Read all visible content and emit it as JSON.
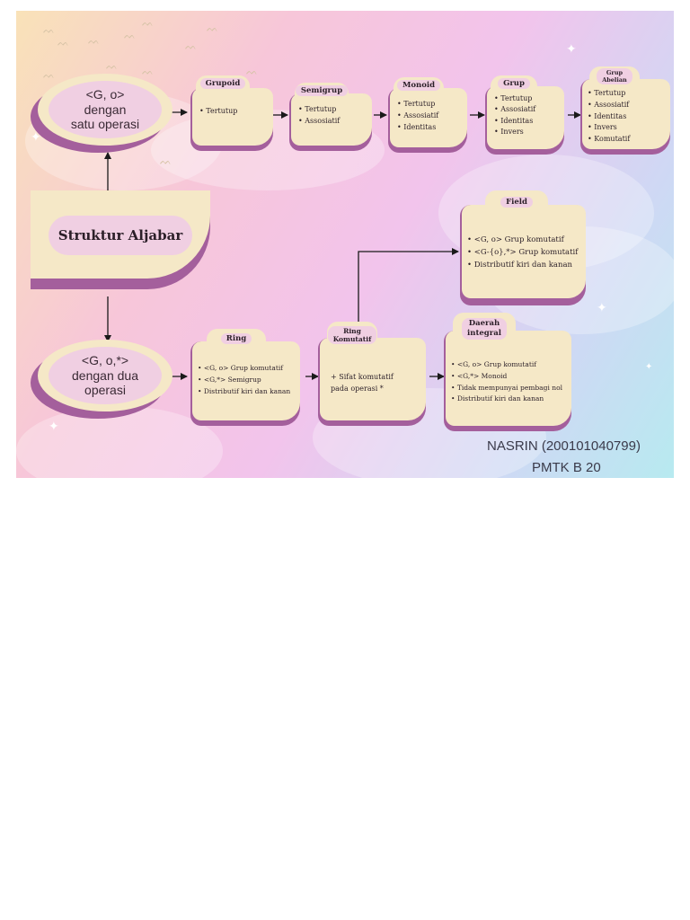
{
  "center": {
    "title": "Struktur Aljabar"
  },
  "oval_one": {
    "line1": "<G, o>",
    "line2": "dengan",
    "line3": "satu operasi"
  },
  "oval_two": {
    "line1": "<G, o,*>",
    "line2": "dengan dua",
    "line3": "operasi"
  },
  "cards": {
    "grupoid": {
      "title": "Grupoid",
      "items": [
        "Tertutup"
      ]
    },
    "semigrup": {
      "title": "Semigrup",
      "items": [
        "Tertutup",
        "Assosiatif"
      ]
    },
    "monoid": {
      "title": "Monoid",
      "items": [
        "Tertutup",
        "Assosiatif",
        "Identitas"
      ]
    },
    "grup": {
      "title": "Grup",
      "items": [
        "Tertutup",
        "Assosiatif",
        "Identitas",
        "Invers"
      ]
    },
    "grup_abelian": {
      "title_line1": "Grup",
      "title_line2": "Abelian",
      "items": [
        "Tertutup",
        "Assosiatif",
        "Identitas",
        "Invers",
        "Komutatif"
      ]
    },
    "field": {
      "title": "Field",
      "items": [
        "<G, o> Grup komutatif",
        "<G-{o},*> Grup komutatif",
        "Distributif kiri dan kanan"
      ]
    },
    "ring": {
      "title": "Ring",
      "items": [
        "<G, o> Grup komutatif",
        "<G,*> Semigrup",
        "Distributif kiri dan kanan"
      ]
    },
    "ring_komutatif": {
      "title_line1": "Ring",
      "title_line2": "Komutatif",
      "text_line1": "+ Sifat komutatif",
      "text_line2": "pada operasi *"
    },
    "daerah_integral": {
      "title_line1": "Daerah",
      "title_line2": "integral",
      "items": [
        "<G, o> Grup komutatif",
        "<G,*> Monoid",
        "Tidak mempunyai pembagi nol",
        "Distributif kiri dan kanan"
      ]
    }
  },
  "signature": {
    "name": "NASRIN (200101040799)",
    "class": "PMTK B 20"
  },
  "colors": {
    "card_face": "#f5e8c7",
    "card_shadow": "#a45f9c",
    "label_pill": "#f0cfe2",
    "arrow": "#1a1a1a"
  }
}
